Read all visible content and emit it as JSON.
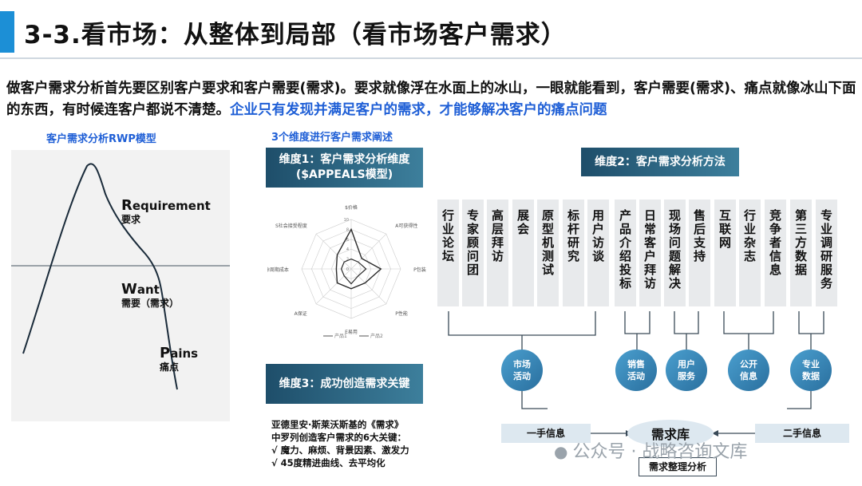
{
  "title": "3-3.看市场：从整体到局部（看市场客户需求）",
  "intro": {
    "text_normal": "做客户需求分析首先要区别客户要求和客户需要(需求)。要求就像浮在水面上的冰山，一眼就能看到，客户需要(需求)、痛点就像冰山下面的东西，有时候连客户都说不清楚。",
    "text_highlight": "企业只有发现并满足客户的需求，才能够解决客户的痛点问题"
  },
  "rwp": {
    "title": "客户需求分析RWP模型",
    "requirement": {
      "initial": "R",
      "rest": "equirement",
      "cn": "要求"
    },
    "want": {
      "initial": "W",
      "rest": "ant",
      "cn": "需要（需求）"
    },
    "pains": {
      "initial": "P",
      "rest": "ains",
      "cn": "痛点"
    }
  },
  "section_title": "3个维度进行客户需求阐述",
  "dim1": {
    "line1": "维度1：客户需求分析维度",
    "line2": "($APPEALS模型)"
  },
  "dim2": {
    "label": "维度2：客户需求分析方法"
  },
  "dim3": {
    "label": "维度3：成功创造需求关键"
  },
  "radar": {
    "axes": [
      "$价格",
      "A可获得性",
      "P包装",
      "P性能",
      "E易用",
      "A保证",
      "L生命周期成本",
      "S社会接受程度"
    ],
    "ticks": [
      "10",
      "8",
      "6",
      "4",
      "2",
      "0"
    ],
    "legend": [
      "产品1",
      "产品2"
    ],
    "series": [
      {
        "name": "产品1",
        "values": [
          8,
          3,
          6,
          4,
          4,
          4,
          3,
          4
        ]
      },
      {
        "name": "产品2",
        "values": [
          2,
          2,
          3,
          2,
          3,
          2,
          2,
          2
        ]
      }
    ]
  },
  "methods": [
    "行业论坛",
    "专家顾问团",
    "高层拜访",
    "展会",
    "原型机测试",
    "标杆研究",
    "用户访谈",
    "产品介绍投标",
    "日常客户拜访",
    "现场问题解决",
    "售后支持",
    "互联网",
    "行业杂志",
    "竞争者信息",
    "第三方数据",
    "专业调研服务"
  ],
  "circles": [
    {
      "l1": "市场",
      "l2": "活动"
    },
    {
      "l1": "销售",
      "l2": "活动"
    },
    {
      "l1": "用户",
      "l2": "服务"
    },
    {
      "l1": "公开",
      "l2": "信息"
    },
    {
      "l1": "专业",
      "l2": "数据"
    }
  ],
  "first_hand": "一手信息",
  "second_hand": "二手信息",
  "demand_db": "需求库",
  "demand_analysis": "需求整理分析",
  "key": {
    "line1": "亚德里安·斯莱沃斯基的《需求》",
    "line2": "中罗列创造客户需求的6大关键：",
    "line3": "√  魔力、麻烦、背景因素、激发力",
    "line4": "√  45度精进曲线、去平均化"
  },
  "watermark": "公众号 · 战略咨询文库",
  "colors": {
    "accent": "#1c8fd6",
    "highlight": "#1f5fd6",
    "dark_box": "#1e4e6a",
    "circle": "#2a6f9e"
  }
}
